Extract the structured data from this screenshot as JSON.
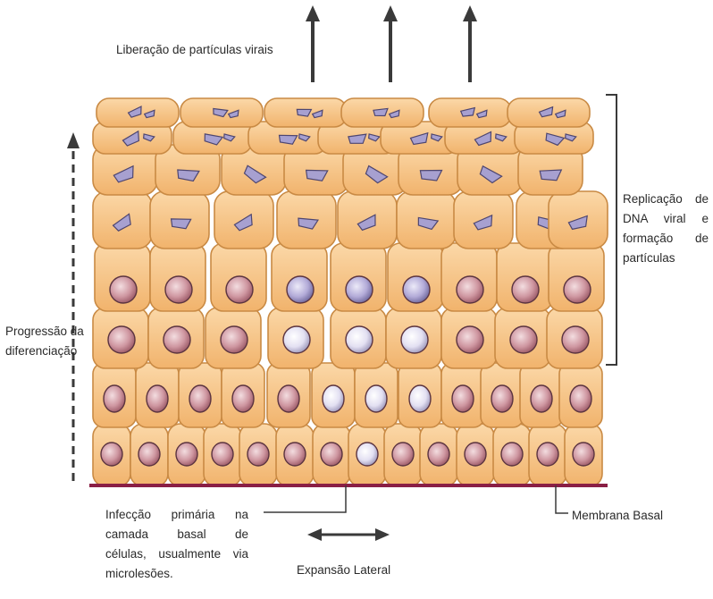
{
  "labels": {
    "release": "Liberação de partículas virais",
    "replication": [
      "Replicação de",
      "DNA viral e",
      "formação de",
      "partículas"
    ],
    "progression": [
      "Progressão da",
      "diferenciação"
    ],
    "infection": [
      "Infecção primária na",
      "camada basal de",
      "células, usualmente via",
      "microlesões."
    ],
    "membrane": "Membrana Basal",
    "lateral": "Expansão Lateral"
  },
  "colors": {
    "cell_fill": "#f7c283",
    "cell_stroke": "#c98a44",
    "nucleus_normal": "#c98f9a",
    "nucleus_infected": "#b7b0d9",
    "nucleus_pale": "#dcd8ee",
    "membrane": "#8a1f45",
    "arrow": "#3a3a3a"
  }
}
